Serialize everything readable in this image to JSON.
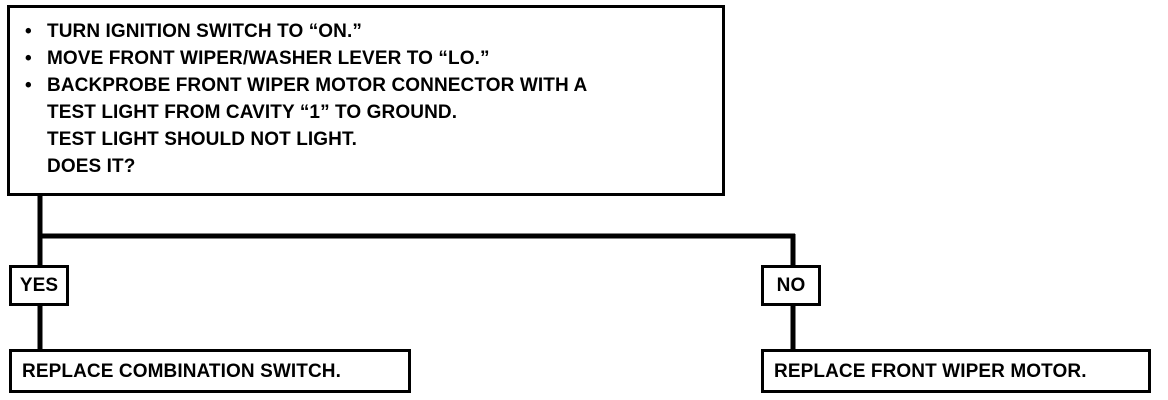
{
  "question": {
    "steps": [
      {
        "bullet": "•",
        "text": "TURN IGNITION SWITCH TO “ON.”"
      },
      {
        "bullet": "•",
        "text": "MOVE FRONT WIPER/WASHER LEVER TO “LO.”"
      },
      {
        "bullet": "•",
        "text": "BACKPROBE FRONT WIPER MOTOR CONNECTOR WITH A"
      },
      {
        "bullet": "",
        "text": "TEST LIGHT FROM CAVITY “1” TO GROUND."
      },
      {
        "bullet": "",
        "text": "TEST LIGHT SHOULD NOT LIGHT."
      },
      {
        "bullet": "",
        "text": "DOES IT?"
      }
    ]
  },
  "branches": {
    "yes": {
      "label": "YES",
      "result": "REPLACE COMBINATION SWITCH."
    },
    "no": {
      "label": "NO",
      "result": "REPLACE FRONT WIPER MOTOR."
    }
  },
  "colors": {
    "line": "#000000",
    "background": "#ffffff"
  }
}
